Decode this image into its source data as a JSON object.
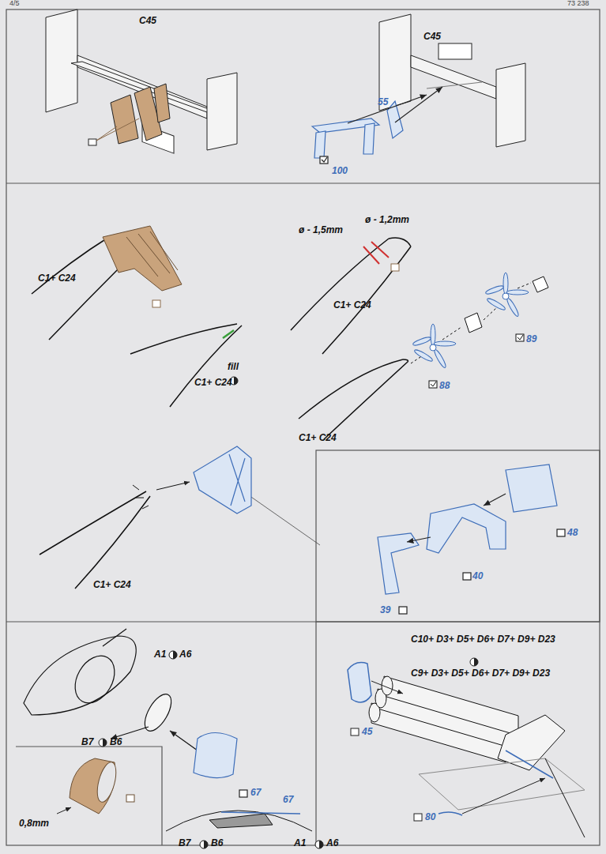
{
  "diagram": {
    "labels": [
      "4/5",
      "73 238",
      "C45",
      "C45",
      "55",
      "100",
      "C1+ C24",
      "ø - 1,5mm",
      "ø - 1,2mm",
      "fill",
      "C1+ C24",
      "C1+ C24",
      "89",
      "88",
      "C1+ C24",
      "C1+ C24",
      "48",
      "40",
      "39",
      "A1",
      "A6",
      "67",
      "B7",
      "B6",
      "0,8mm",
      "67",
      "B7",
      "B6",
      "A1",
      "A6",
      "C10+ D3+ D5+ D6+ D7+ D9+ D23",
      "C9+ D3+ D5+ D6+ D7+ D9+ D23",
      "45",
      "80"
    ]
  }
}
